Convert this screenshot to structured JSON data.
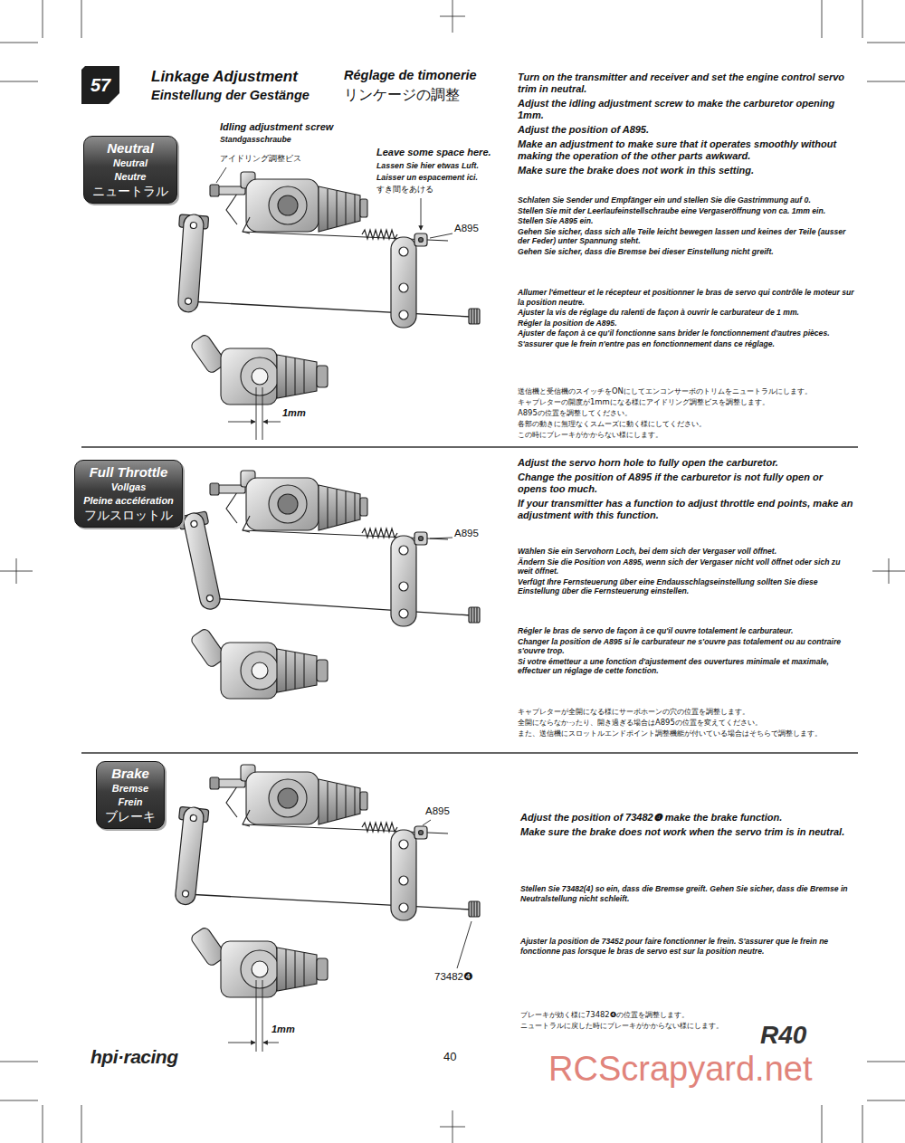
{
  "diagram": {
    "title": "Linkage Adjustment",
    "nodes": [
      {
        "text": [
          "57"
        ]
      },
      {
        "text": [
          "Neutral",
          "Neutral",
          "Neutre",
          "ニュートラル"
        ]
      },
      {
        "text": [
          "Full Throttle",
          "Vollgas",
          "Pleine accélération",
          "フルスロットル"
        ]
      },
      {
        "text": [
          "Brake",
          "Bremse",
          "Frein",
          "ブレーキ"
        ]
      }
    ],
    "labels": [
      "Einstellung der Gestänge",
      "Réglage de timonerie",
      "リンケージの調整",
      "Turn on the transmitter and receiver and set the engine control servo trim in neutral.",
      "Adjust the idling adjustment screw to make the carburetor opening 1mm.",
      "Adjust the position of A895.",
      "Make an adjustment to make sure that it operates smoothly without making the operation of the other parts awkward.",
      "Make sure the brake does not work in this setting.",
      "Schlaten Sie Sender und Empfänger ein und stellen Sie die Gastrimmung auf 0.",
      "Stellen Sie mit der Leerlaufeinstellschraube eine Vergaseröffnung von ca. 1mm ein.",
      "Stellen Sie A895 ein.",
      "Gehen Sie sicher, dass sich alle Teile leicht bewegen lassen und keines der Teile (ausser der Feder) unter Spannung steht.",
      "Gehen Sie sicher, dass die Bremse bei dieser Einstellung nicht greift.",
      "Allumer l'émetteur et le récepteur et positionner le bras de servo qui contrôle le moteur sur la position neutre.",
      "Ajuster la vis de réglage du ralenti de façon à ouvrir le carburateur de 1 mm.",
      "Régler la position de A895.",
      "Ajuster de façon à ce qu'il fonctionne sans brider le fonctionnement d'autres pièces.",
      "S'assurer que le frein n'entre pas en fonctionnement dans ce réglage.",
      "送信機と受信機のスイッチをONにしてエンコンサーボのトリムをニュートラルにします。",
      "キャブレターの開度が1mmになる様にアイドリング調整ビスを調整します。",
      "A895の位置を調整してください。",
      "各部の動きに無理なくスムーズに動く様にしてください。",
      "この時にブレーキがかからない様にします。",
      "Idling adjustment screw",
      "Standgasschraube",
      "アイドリング調整ビス",
      "Leave some space here.",
      "Lassen Sie hier etwas Luft.",
      "Laisser un espacement ici.",
      "すき間をあける",
      "A895",
      "1mm",
      "Adjust the servo horn hole to fully open the carburetor.",
      "Change the position of A895 if the carburetor is not fully open or opens too much.",
      "If your transmitter has a function to adjust throttle end points, make an adjustment with this function.",
      "Wählen Sie ein Servohorn Loch, bei dem sich der Vergaser voll öffnet.",
      "Ändern Sie die Position von A895, wenn sich der Vergaser nicht voll öffnet oder sich zu weit öffnet.",
      "Verfügt Ihre Fernsteuerung über eine Endausschlagseinstellung sollten Sie diese Einstellung über die Fernsteuerung einstellen.",
      "Régler le bras de servo de façon à ce qu'il ouvre totalement le carburateur.",
      "Changer la position de A895 si le carburateur ne s'ouvre pas totalement ou au contraire s'ouvre trop.",
      "Si votre émetteur a une fonction d'ajustement des ouvertures minimale et maximale, effectuer un réglage de cette fonction.",
      "キャブレターが全開になる様にサーボホーンの穴の位置を調整します。",
      "全開にならなかったり、開き過ぎる場合はA895の位置を変えてください。",
      "また、送信機にスロットルエンドポイント調整機能が付いている場合はそちらで調整します。",
      "A895",
      "Adjust the position of 73482❹ make the brake function.",
      "Make sure the brake does not work when the servo trim is in neutral.",
      "Stellen Sie 73482(4) so ein, dass die Bremse greift. Gehen Sie sicher, dass die Bremse in Neutralstellung nicht schleift.",
      "Ajuster la position de 73452 pour faire fonctionner le frein. S'assurer que le frein ne fonctionne pas lorsque le bras de servo est sur la position neutre.",
      "ブレーキが効く様に73482❹の位置を調整します。",
      "ニュートラルに戻した時にブレーキがかからない様にします。",
      "A895",
      "73482❹",
      "1mm",
      "hpi·racing",
      "40",
      "R40",
      "RCScrapyard.net"
    ]
  }
}
